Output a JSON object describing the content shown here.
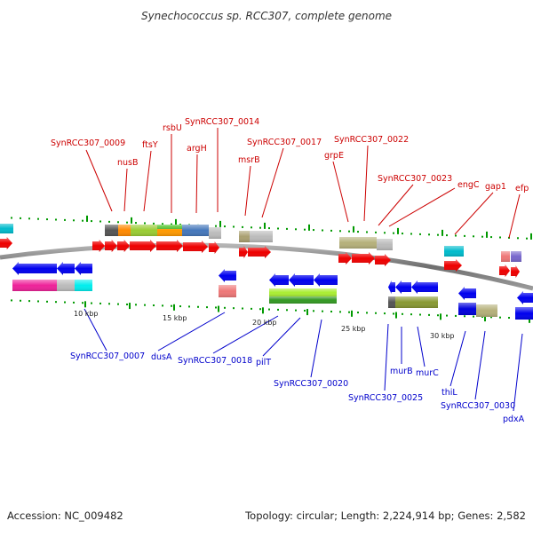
{
  "title": "Synechococcus sp. RCC307, complete genome",
  "footer": {
    "accession": "Accession: NC_009482",
    "summary": "Topology: circular; Length: 2,224,914 bp; Genes: 2,582"
  },
  "colors": {
    "top_label": "#cc0000",
    "bottom_label": "#0000cc",
    "forward_gene": "#ee0000",
    "reverse_gene": "#0000ee",
    "tick": "#009900",
    "backbone": "#888888"
  },
  "scale_labels": [
    "10 kbp",
    "15 kbp",
    "20 kbp",
    "25 kbp",
    "30 kbp"
  ],
  "top_labels": [
    "SynRCC307_0009",
    "nusB",
    "ftsY",
    "rsbU",
    "SynRCC307_0014",
    "argH",
    "SynRCC307_0017",
    "msrB",
    "grpE",
    "SynRCC307_0022",
    "SynRCC307_0023",
    "engC",
    "gap1",
    "efp"
  ],
  "bottom_labels": [
    "SynRCC307_0007",
    "dusA",
    "SynRCC307_0018",
    "pilT",
    "SynRCC307_0020",
    "SynRCC307_0025",
    "murB",
    "murC",
    "thiL",
    "SynRCC307_0030",
    "pdxA"
  ]
}
